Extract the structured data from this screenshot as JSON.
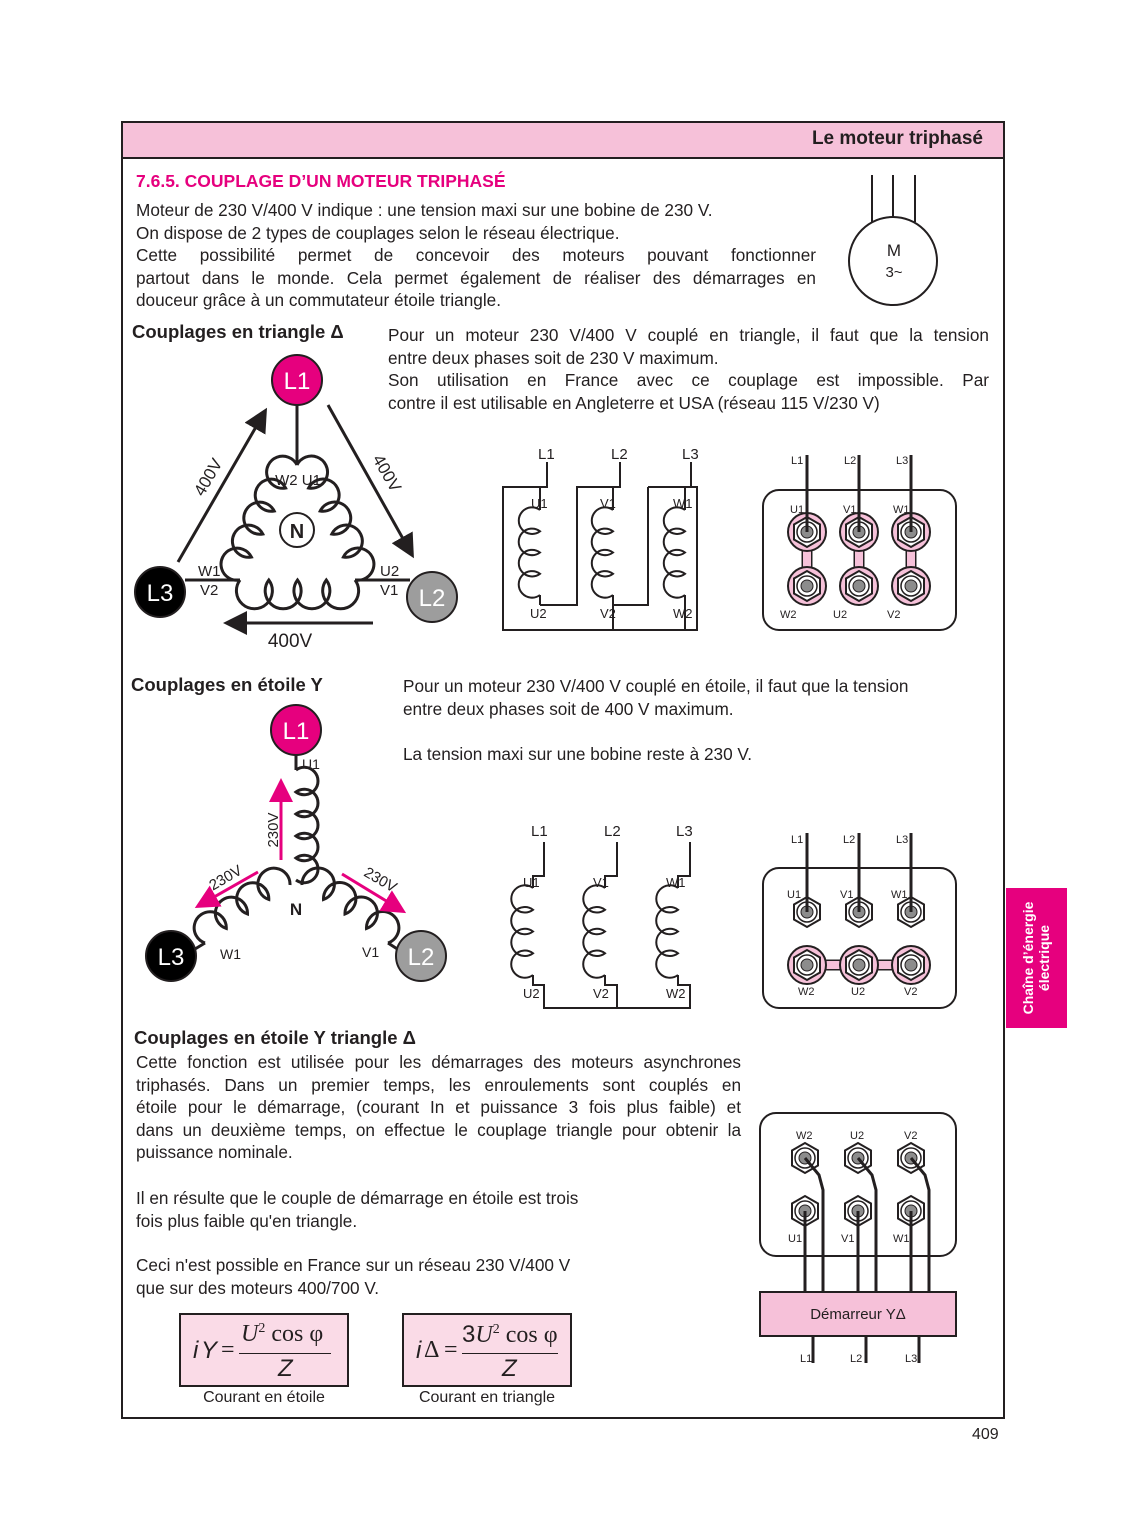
{
  "header": {
    "title": "Le moteur triphasé"
  },
  "section_title": "7.6.5. COUPLAGE D’UN MOTEUR TRIPHASÉ",
  "intro": {
    "lines": [
      "Moteur de 230 V/400 V indique : une tension maxi sur une bobine de 230 V.",
      "On dispose de 2 types de couplages  selon le réseau électrique.",
      "Cette possibilité permet de concevoir des moteurs pouvant fonctionner",
      "partout dans le monde. Cela permet également de réaliser des démarrages en",
      "douceur grâce à un commutateur étoile triangle."
    ]
  },
  "motor_symbol": {
    "line1": "M",
    "line2": "3~"
  },
  "triangle": {
    "heading": "Couplages en triangle Δ",
    "lines": [
      "Pour un moteur 230 V/400 V couplé en triangle, il faut que la tension",
      "entre deux phases soit de 230 V maximum.",
      "Son utilisation en France avec ce couplage est impossible. Par",
      "contre il est utilisable en Angleterre et USA (réseau 115 V/230 V)"
    ],
    "diagram": {
      "L1": "L1",
      "L2": "L2",
      "L3": "L3",
      "N": "N",
      "v_left": "400V",
      "v_right": "400V",
      "v_bottom": "400V",
      "top_labels": "W2 U1",
      "W1": "W1",
      "V2": "V2",
      "U2": "U2",
      "V1": "V1"
    }
  },
  "star": {
    "heading": "Couplages en étoile Y",
    "lines": [
      "Pour un moteur 230 V/400 V couplé en étoile, il faut que la tension",
      "entre deux phases soit  de 400 V maximum."
    ],
    "line2": "La tension maxi sur une bobine reste à 230 V.",
    "diagram": {
      "L1": "L1",
      "L2": "L2",
      "L3": "L3",
      "N": "N",
      "v_up": "230V",
      "v_left": "230V",
      "v_right": "230V",
      "U1": "U1",
      "V1": "V1",
      "W1": "W1"
    }
  },
  "wiring": {
    "lines": [
      "L1",
      "L2",
      "L3"
    ],
    "top": [
      "U1",
      "V1",
      "W1"
    ],
    "bottom": [
      "U2",
      "V2",
      "W2"
    ],
    "box_bottom_triangle": [
      "W2",
      "U2",
      "V2"
    ],
    "box_bottom_star": [
      "W2",
      "U2",
      "V2"
    ]
  },
  "star_triangle": {
    "heading": "Couplages en étoile Y triangle Δ",
    "p1": [
      "Cette fonction est utilisée pour les démarrages des moteurs asynchrones",
      "triphasés. Dans un premier temps, les enroulements sont couplés en",
      "étoile pour le démarrage, (courant In et puissance 3 fois plus faible) et",
      "dans un deuxième temps, on effectue le couplage triangle pour obtenir la",
      "puissance nominale."
    ],
    "p2": [
      "Il en résulte que le couple de démarrage en étoile est trois",
      "fois plus faible qu'en triangle."
    ],
    "p3": [
      "Ceci n'est possible en France sur un réseau 230 V/400 V",
      "que sur des moteurs 400/700 V."
    ],
    "box_top": [
      "W2",
      "U2",
      "V2"
    ],
    "box_bottom": [
      "U1",
      "V1",
      "W1"
    ],
    "starter_label": "Démarreur YΔ",
    "starter_lines": [
      "L1",
      "L2",
      "L3"
    ]
  },
  "formulas": {
    "star": {
      "lhs_i": "i",
      "lhs_sym": "Y",
      "eq": "=",
      "num_coef": "",
      "num_U": "U",
      "num_exp": "2",
      "num_cos": " cos φ",
      "den": "Z",
      "caption": "Courant en étoile"
    },
    "triangle": {
      "lhs_i": "i",
      "lhs_sym": "Δ",
      "eq": "=",
      "num_coef": "3",
      "num_U": "U",
      "num_exp": "2",
      "num_cos": " cos φ",
      "den": "Z",
      "caption": "Courant en triangle"
    }
  },
  "side_tab": {
    "line1": "Chaîne d’énergie",
    "line2": "électrique"
  },
  "page_number": "409",
  "colors": {
    "magenta": "#e6007e",
    "pink": "#f6c1d9",
    "gray": "#999999",
    "black": "#000000"
  }
}
